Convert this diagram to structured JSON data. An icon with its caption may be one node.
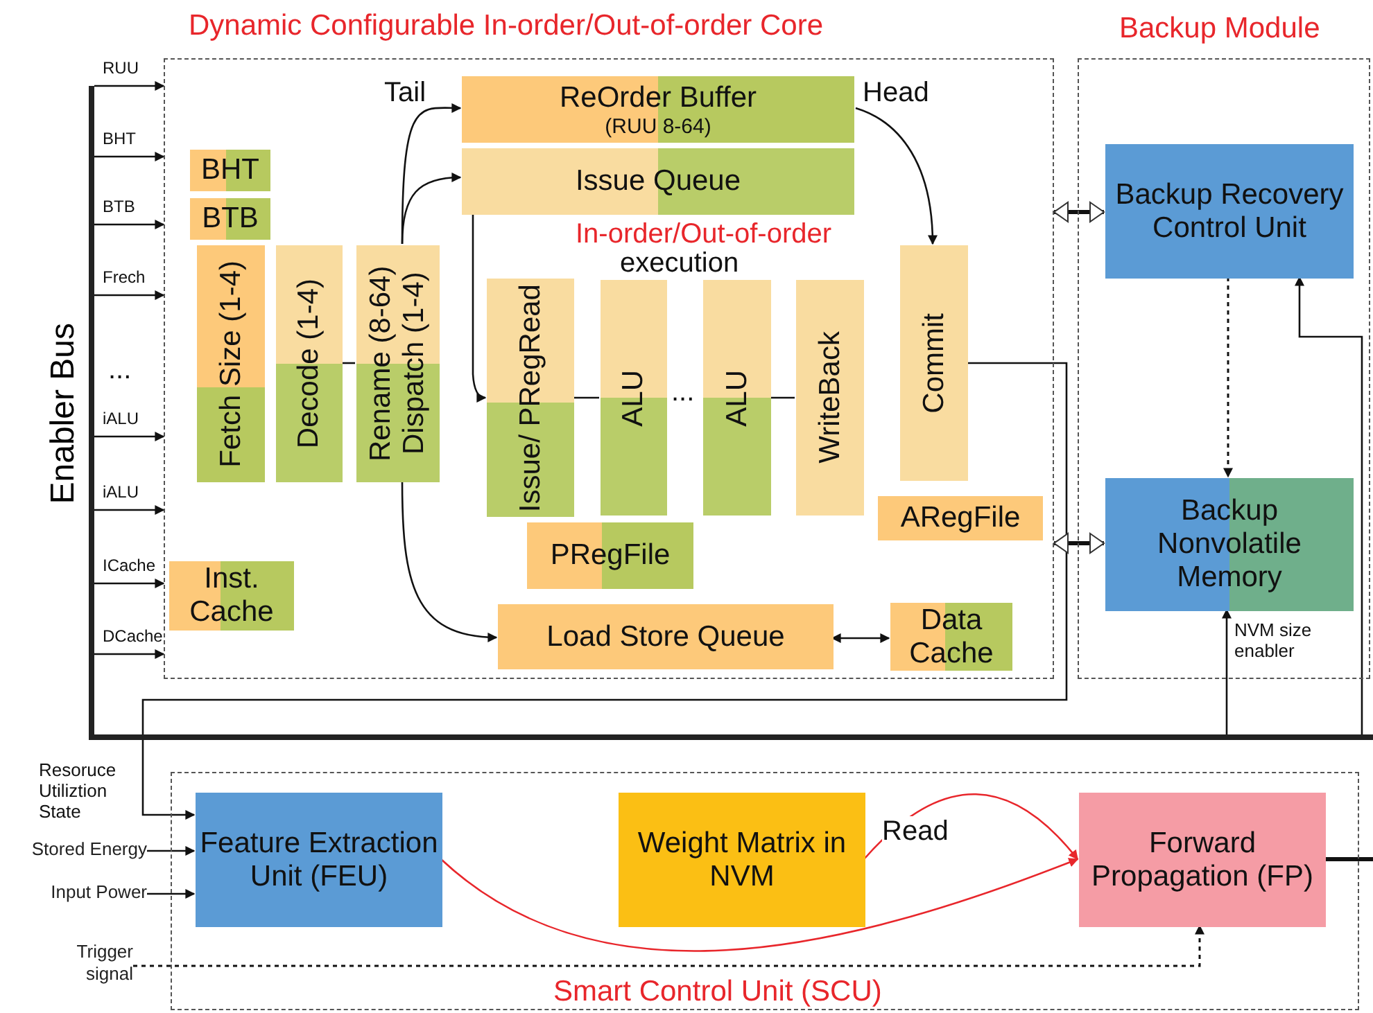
{
  "diagram": {
    "nodes": [
      {
        "text": [
          "Dynamic Configurable  In-order/Out-of-order Core"
        ]
      },
      {
        "text": [
          "Backup Module"
        ]
      },
      {
        "text": [
          "Smart Control Unit (SCU)"
        ]
      },
      {
        "text": [
          "Enabler Bus"
        ]
      },
      {
        "text": [
          "BHT"
        ],
        "in": 0
      },
      {
        "text": [
          "BTB"
        ],
        "in": 0
      },
      {
        "text": [
          "Fetch Size (1-4)"
        ],
        "in": 0
      },
      {
        "text": [
          "Decode (1-4)"
        ],
        "in": 0
      },
      {
        "text": [
          "Rename (8-64) Dispatch (1-4)"
        ],
        "in": 0
      },
      {
        "text": [
          "Inst. Cache"
        ],
        "in": 0
      },
      {
        "text": [
          "ReOrder Buffer",
          "(RUU 8-64)"
        ],
        "in": 0
      },
      {
        "text": [
          "Issue Queue"
        ],
        "in": 0
      },
      {
        "text": [
          "Issue/ PRegRead"
        ],
        "in": 0
      },
      {
        "text": [
          "ALU"
        ],
        "in": 0
      },
      {
        "text": [
          "ALU"
        ],
        "in": 0
      },
      {
        "text": [
          "WriteBack"
        ],
        "in": 0
      },
      {
        "text": [
          "Commit"
        ],
        "in": 0
      },
      {
        "text": [
          "PRegFile"
        ],
        "in": 0
      },
      {
        "text": [
          "ARegFile"
        ],
        "in": 0
      },
      {
        "text": [
          "Load Store Queue"
        ],
        "in": 0
      },
      {
        "text": [
          "Data Cache"
        ],
        "in": 0
      },
      {
        "text": [
          "Backup Recovery Control Unit"
        ],
        "in": 1
      },
      {
        "text": [
          "Backup Nonvolatile Memory"
        ],
        "in": 1
      },
      {
        "text": [
          "Feature Extraction Unit (FEU)"
        ],
        "in": 2
      },
      {
        "text": [
          "Weight Matrix in NVM"
        ],
        "in": 2
      },
      {
        "text": [
          "Forward Propagation (FP)"
        ],
        "in": 2
      },
      {
        "text": [
          "Stored Energy"
        ]
      },
      {
        "text": [
          "Input Power"
        ]
      },
      {
        "text": [
          "Trigger signal"
        ]
      },
      {
        "text": [],
        "shape": "bar"
      }
    ],
    "edges": [
      {
        "from": 3,
        "to": 0,
        "arrow": "to",
        "label": "RUU"
      },
      {
        "from": 3,
        "to": 0,
        "arrow": "to",
        "label": "BHT"
      },
      {
        "from": 3,
        "to": 0,
        "arrow": "to",
        "label": "BTB"
      },
      {
        "from": 3,
        "to": 0,
        "arrow": "to",
        "label": "Frech"
      },
      {
        "from": 3,
        "to": 0,
        "arrow": "to",
        "label": "iALU"
      },
      {
        "from": 3,
        "to": 0,
        "arrow": "to",
        "label": "iALU"
      },
      {
        "from": 3,
        "to": 0,
        "arrow": "to",
        "label": "ICache"
      },
      {
        "from": 3,
        "to": 0,
        "arrow": "to",
        "label": "DCache"
      },
      {
        "from": 7,
        "to": 8,
        "arrow": "none"
      },
      {
        "from": 8,
        "to": 10,
        "arrow": "to",
        "label": "Tail"
      },
      {
        "from": 8,
        "to": 11,
        "arrow": "to"
      },
      {
        "from": 8,
        "to": 19,
        "arrow": "to"
      },
      {
        "from": 11,
        "to": 12,
        "arrow": "to"
      },
      {
        "from": 12,
        "to": 13,
        "arrow": "none"
      },
      {
        "from": 14,
        "to": 15,
        "arrow": "none"
      },
      {
        "from": 10,
        "to": 16,
        "arrow": "to",
        "label": "Head"
      },
      {
        "from": 19,
        "to": 20,
        "arrow": "both"
      },
      {
        "from": 16,
        "to": 23,
        "arrow": "to",
        "label": "Resoruce Utiliztion State"
      },
      {
        "from": 0,
        "to": 21,
        "arrow": "both",
        "style": "thick"
      },
      {
        "from": 0,
        "to": 22,
        "arrow": "both",
        "style": "thick"
      },
      {
        "from": 21,
        "to": 22,
        "arrow": "to",
        "style": "dashed"
      },
      {
        "from": 29,
        "to": 22,
        "arrow": "to",
        "label": "NVM size enabler"
      },
      {
        "from": 29,
        "to": 21,
        "arrow": "to"
      },
      {
        "from": 25,
        "to": null,
        "arrow": "none",
        "style": "thick"
      },
      {
        "from": 26,
        "to": 23,
        "arrow": "to"
      },
      {
        "from": 27,
        "to": 23,
        "arrow": "to"
      },
      {
        "from": 23,
        "to": 25,
        "arrow": "to",
        "color": "#e8262b"
      },
      {
        "from": 24,
        "to": 25,
        "arrow": "to",
        "color": "#e8262b",
        "label": "Read"
      },
      {
        "from": 28,
        "to": 25,
        "arrow": "to",
        "style": "dashed"
      }
    ],
    "labels": [
      "In-order/Out-of-order",
      "execution",
      "...",
      "..."
    ]
  }
}
